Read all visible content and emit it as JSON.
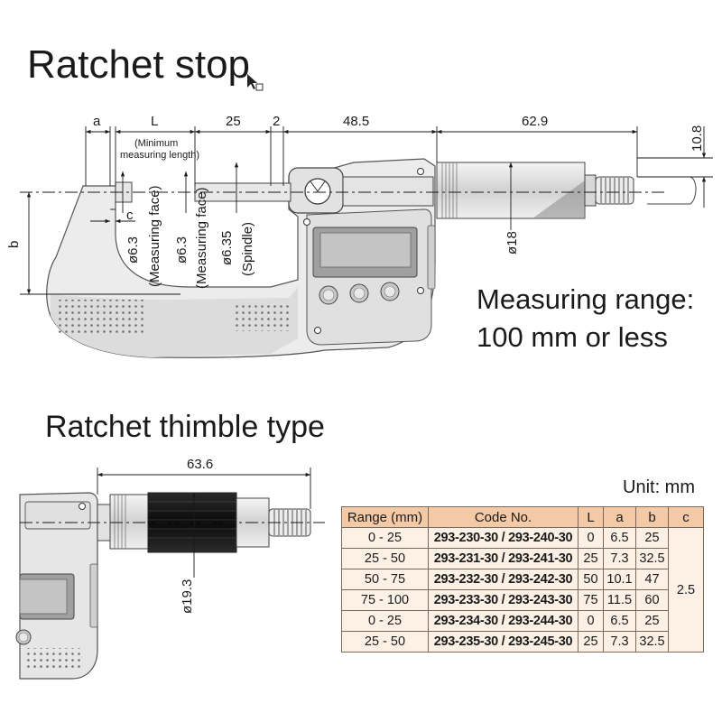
{
  "top": {
    "title": "Ratchet stop",
    "range_line1": "Measuring range:",
    "range_line2": "100 mm or less",
    "dims": {
      "a": "a",
      "L": "L",
      "d25": "25",
      "d2": "2",
      "d48": "48.5",
      "d62": "62.9",
      "d108": "10.8",
      "min_len1": "(Minimum",
      "min_len2": "measuring length)",
      "c": "c",
      "b": "b",
      "face1_dia": "ø6.3",
      "face1_lbl": "(Measuring face)",
      "face2_dia": "ø6.3",
      "face2_lbl": "(Measuring face)",
      "spindle_dia": "ø6.35",
      "spindle_lbl": "(Spindle)",
      "thimble_dia": "ø18"
    }
  },
  "bottom": {
    "title": "Ratchet thimble type",
    "dim_len": "63.6",
    "dim_dia": "ø19.3",
    "unit": "Unit: mm"
  },
  "table": {
    "headers": [
      "Range (mm)",
      "Code No.",
      "L",
      "a",
      "b",
      "c"
    ],
    "rows": [
      [
        "0 - 25",
        "293-230-30 / 293-240-30",
        "0",
        "6.5",
        "25"
      ],
      [
        "25 - 50",
        "293-231-30 / 293-241-30",
        "25",
        "7.3",
        "32.5"
      ],
      [
        "50 - 75",
        "293-232-30 / 293-242-30",
        "50",
        "10.1",
        "47"
      ],
      [
        "75 - 100",
        "293-233-30 / 293-243-30",
        "75",
        "11.5",
        "60"
      ],
      [
        "0 - 25",
        "293-234-30 / 293-244-30",
        "0",
        "6.5",
        "25"
      ],
      [
        "25 - 50",
        "293-235-30 / 293-245-30",
        "25",
        "7.3",
        "32.5"
      ]
    ],
    "c_value": "2.5"
  },
  "colors": {
    "header_bg": "#f3c9a6",
    "cell_bg": "#fdf1e6",
    "body_gray": "#e6e6e6",
    "dark_gray": "#9a9a9a",
    "display_gray": "#8f8f8f"
  }
}
